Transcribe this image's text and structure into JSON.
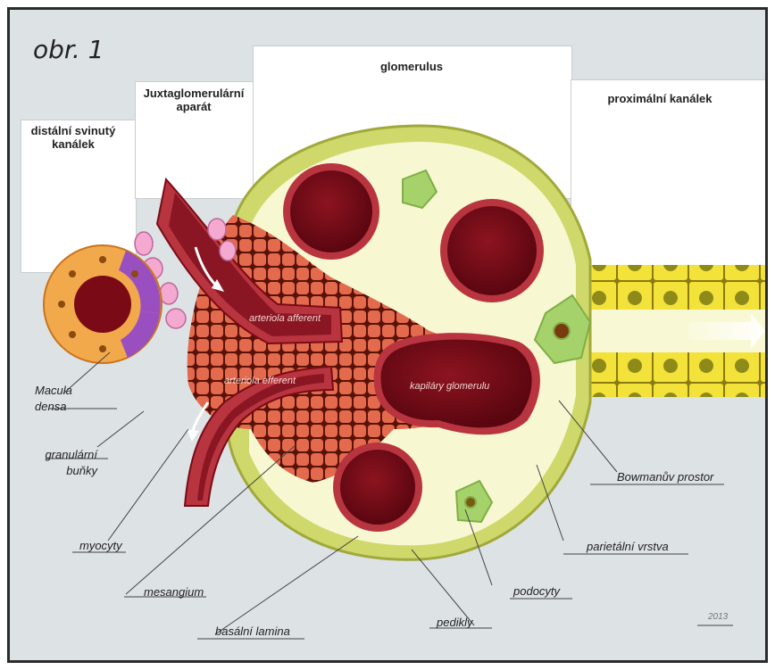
{
  "figure_label": "obr. 1",
  "headers": {
    "distal": "distální svinutý kanálek",
    "juxta": "Juxtaglomerulární aparát",
    "glomerulus": "glomerulus",
    "proximal": "proximální kanálek"
  },
  "labels": {
    "macula_densa": "Macula densa",
    "granular_cells": "granulární buňky",
    "myocytes": "myocyty",
    "mesangium": "mesangium",
    "basal_lamina": "basální lamina",
    "pedicles": "pedikly",
    "podocytes": "podocyty",
    "parietal_layer": "parietální vrstva",
    "bowman_space": "Bowmanův prostor"
  },
  "inner_labels": {
    "afferent": "arteriola afferent",
    "efferent": "arteriola efferent",
    "capillaries": "kapiláry glomerulu"
  },
  "signature": "2013",
  "colors": {
    "background": "#dde2e5",
    "capsule": "#cfd86a",
    "bowman_space": "#f7f7d2",
    "capillary": "#7a0b16",
    "capillary_rim": "#b8343f",
    "mesangium": "#e0674b",
    "macula_densa": "#9a4fc0",
    "distal_cells": "#f2a94b",
    "proximal_cells": "#f3e23a",
    "podocyte": "#a6d26b"
  }
}
